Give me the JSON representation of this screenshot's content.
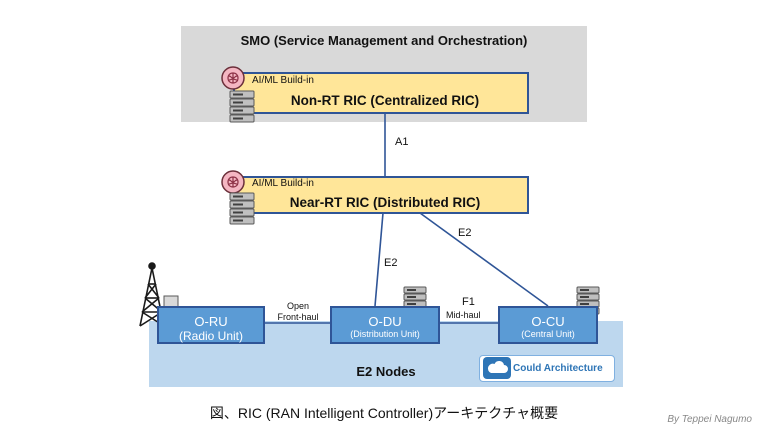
{
  "smo": {
    "title": "SMO (Service Management and Orchestration)"
  },
  "non_rt": {
    "ai_label": "AI/ML Build-in",
    "title": "Non-RT RIC (Centralized RIC)"
  },
  "near_rt": {
    "ai_label": "AI/ML Build-in",
    "title": "Near-RT RIC (Distributed RIC)"
  },
  "interfaces": {
    "a1": "A1",
    "e2_du": "E2",
    "e2_cu": "E2",
    "f1": "F1",
    "midhaul": "Mid-haul",
    "fronthaul": "Open\nFront-haul"
  },
  "nodes": {
    "title": "E2 Nodes",
    "ru": {
      "name": "O-RU",
      "sub": "(Radio Unit)"
    },
    "du": {
      "name": "O-DU",
      "sub": "(Distribution Unit)"
    },
    "cu": {
      "name": "O-CU",
      "sub": "(Central Unit)"
    }
  },
  "cloud": {
    "label": "Could Architecture"
  },
  "caption": "図、RIC (RAN Intelligent Controller)アーキテクチャ概要",
  "byline": "By Teppei Nagumo",
  "colors": {
    "ric_fill": "#ffe699",
    "node_fill": "#5b9bd5",
    "border": "#2f5597",
    "smo_bg": "#d9d9d9",
    "nodes_bg": "#bdd7ee"
  },
  "icons": [
    "brain-icon",
    "server-icon",
    "antenna-tower-icon",
    "cloud-icon"
  ]
}
